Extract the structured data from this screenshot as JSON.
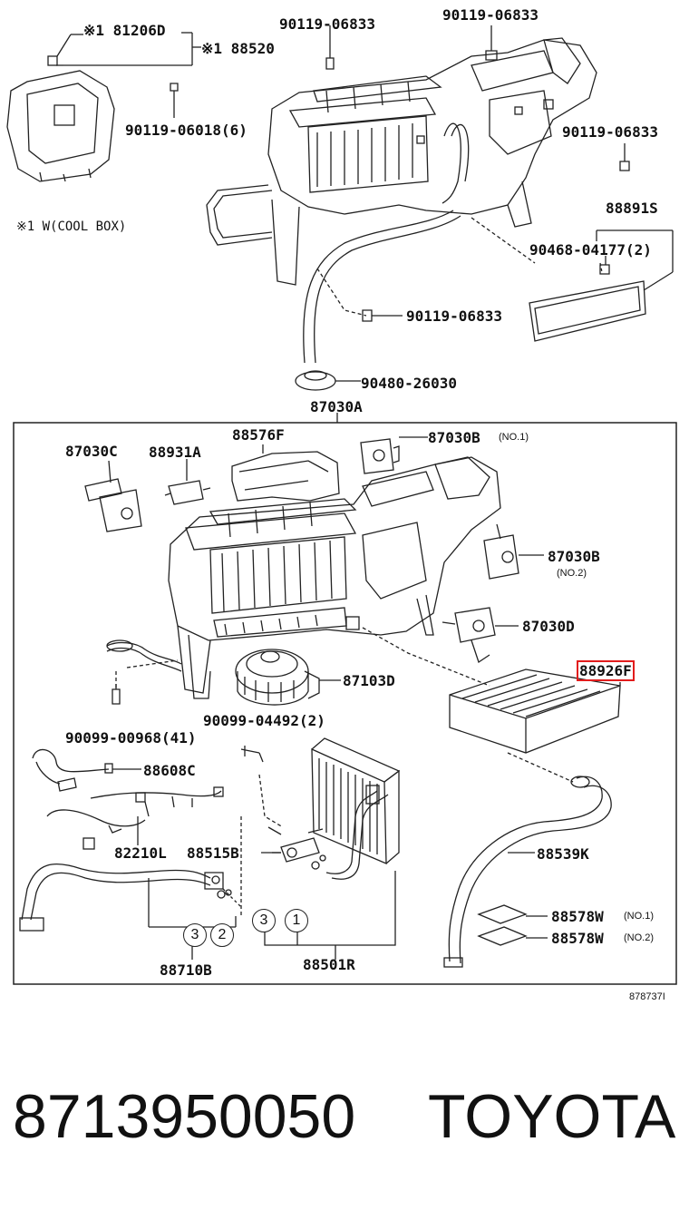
{
  "labels": {
    "cool_box_1": "※1 81206D",
    "cool_box_2": "※1 88520",
    "cool_box_note": "※1 W(COOL BOX)",
    "bolt_top_a": "90119-06833",
    "bolt_top_b": "90119-06833",
    "bolt_small": "90119-06018(6)",
    "bolt_right": "90119-06833",
    "panel": "88891S",
    "clip": "90468-04177(2)",
    "bolt_mid": "90119-06833",
    "grommet": "90480-26030",
    "main_unit": "87030A",
    "servo_c": "87030C",
    "amp": "88931A",
    "duct": "88576F",
    "servo_b1": "87030B",
    "servo_b1_note": "(NO.1)",
    "servo_b2": "87030B",
    "servo_b2_note": "(NO.2)",
    "servo_d": "87030D",
    "blower": "87103D",
    "filter": "88926F",
    "screw_a": "90099-00968(41)",
    "screw_b": "90099-04492(2)",
    "sensor": "88608C",
    "harness": "82210L",
    "expansion_valve": "88515B",
    "drain_hose": "88539K",
    "packing_1": "88578W",
    "packing_1_note": "(NO.1)",
    "packing_2": "88578W",
    "packing_2_note": "(NO.2)",
    "pipe": "88710B",
    "evaporator": "88501R",
    "c3a": "3",
    "c2": "2",
    "c3b": "3",
    "c1": "1",
    "diagram_ref": "878737I"
  },
  "footer": {
    "part_number": "8713950050",
    "brand": "TOYOTA"
  },
  "colors": {
    "highlight": "#e21c1c",
    "ink": "#111111"
  }
}
